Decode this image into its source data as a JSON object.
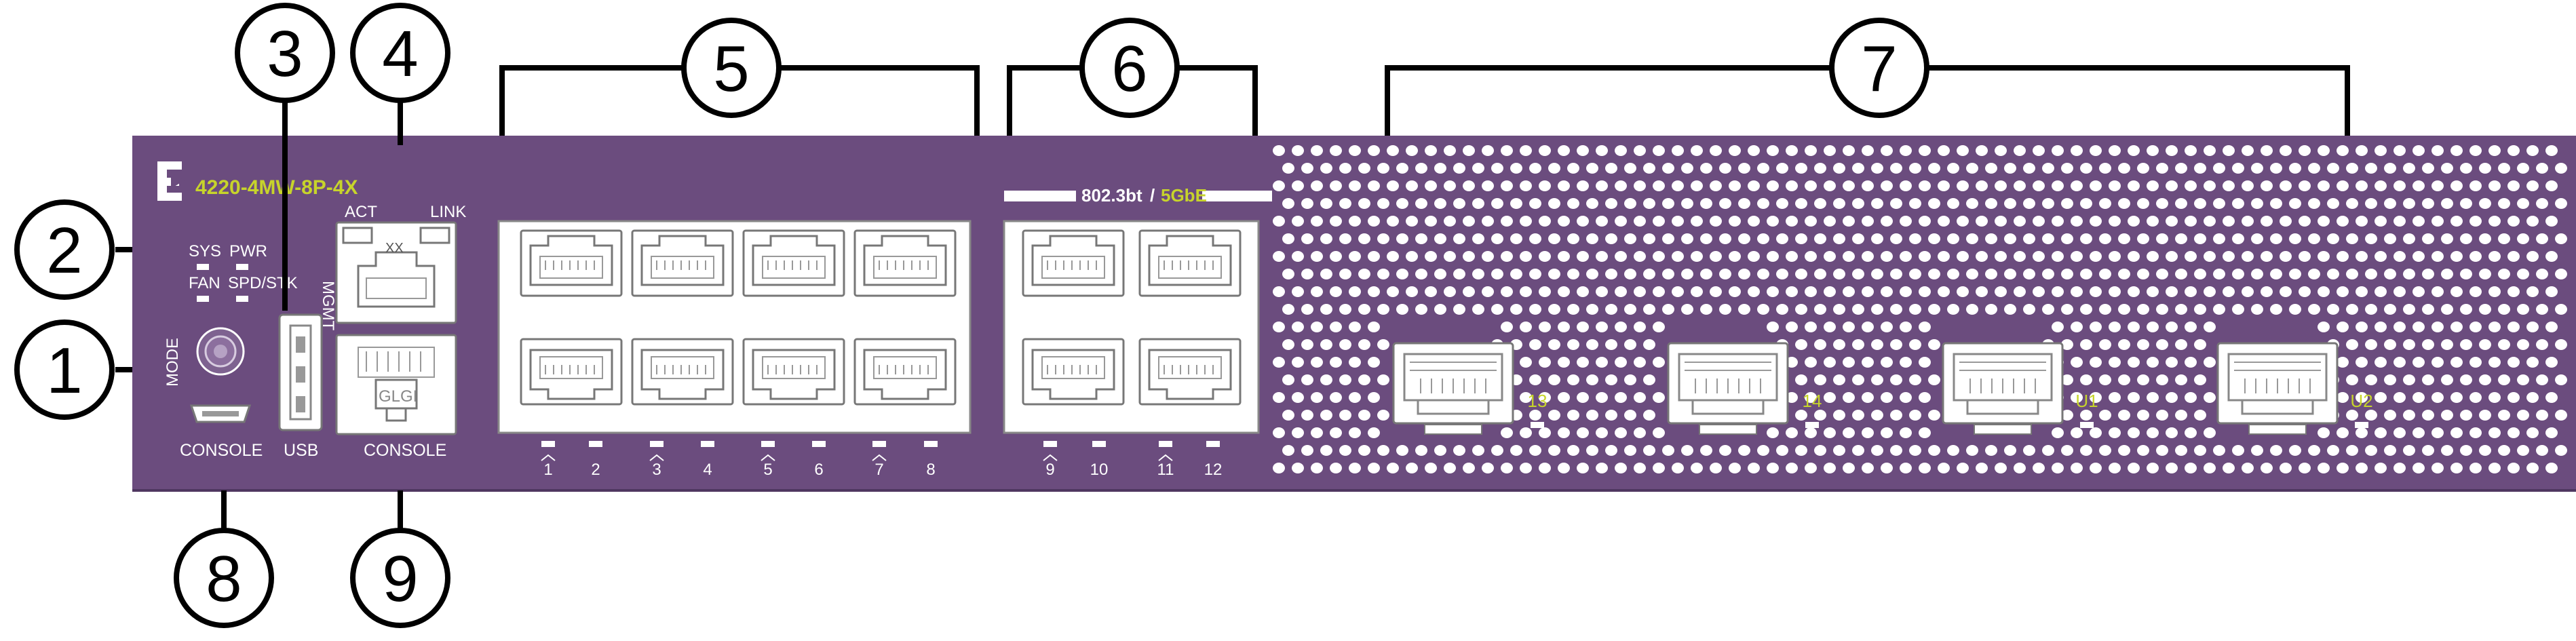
{
  "device": {
    "model": "4220-4MW-8P-4X",
    "logo": "extreme-e-logo",
    "panel_color": "#6b4c7e",
    "accent_color": "#c7d42b",
    "led_labels": {
      "sys": "SYS",
      "pwr": "PWR",
      "fan": "FAN",
      "spd": "SPD/STK"
    },
    "mode_label": "MODE",
    "usb_label": "USB",
    "console_usb_label": "CONSOLE",
    "mgmt_label": "MGMT",
    "act_label": "ACT",
    "link_label": "LINK",
    "xx_label": "XX",
    "glgi_label": "GLGI",
    "console_rj45_label": "CONSOLE",
    "poe_banner_left": "802.3bt",
    "poe_banner_sep": "/",
    "poe_banner_right": "5GbE",
    "port_numbers": [
      "1",
      "2",
      "3",
      "4",
      "5",
      "6",
      "7",
      "8",
      "9",
      "10",
      "11",
      "12"
    ],
    "sfp_labels": [
      "13",
      "14",
      "U1",
      "U2"
    ]
  },
  "callouts": [
    "1",
    "2",
    "3",
    "4",
    "5",
    "6",
    "7",
    "8",
    "9"
  ]
}
